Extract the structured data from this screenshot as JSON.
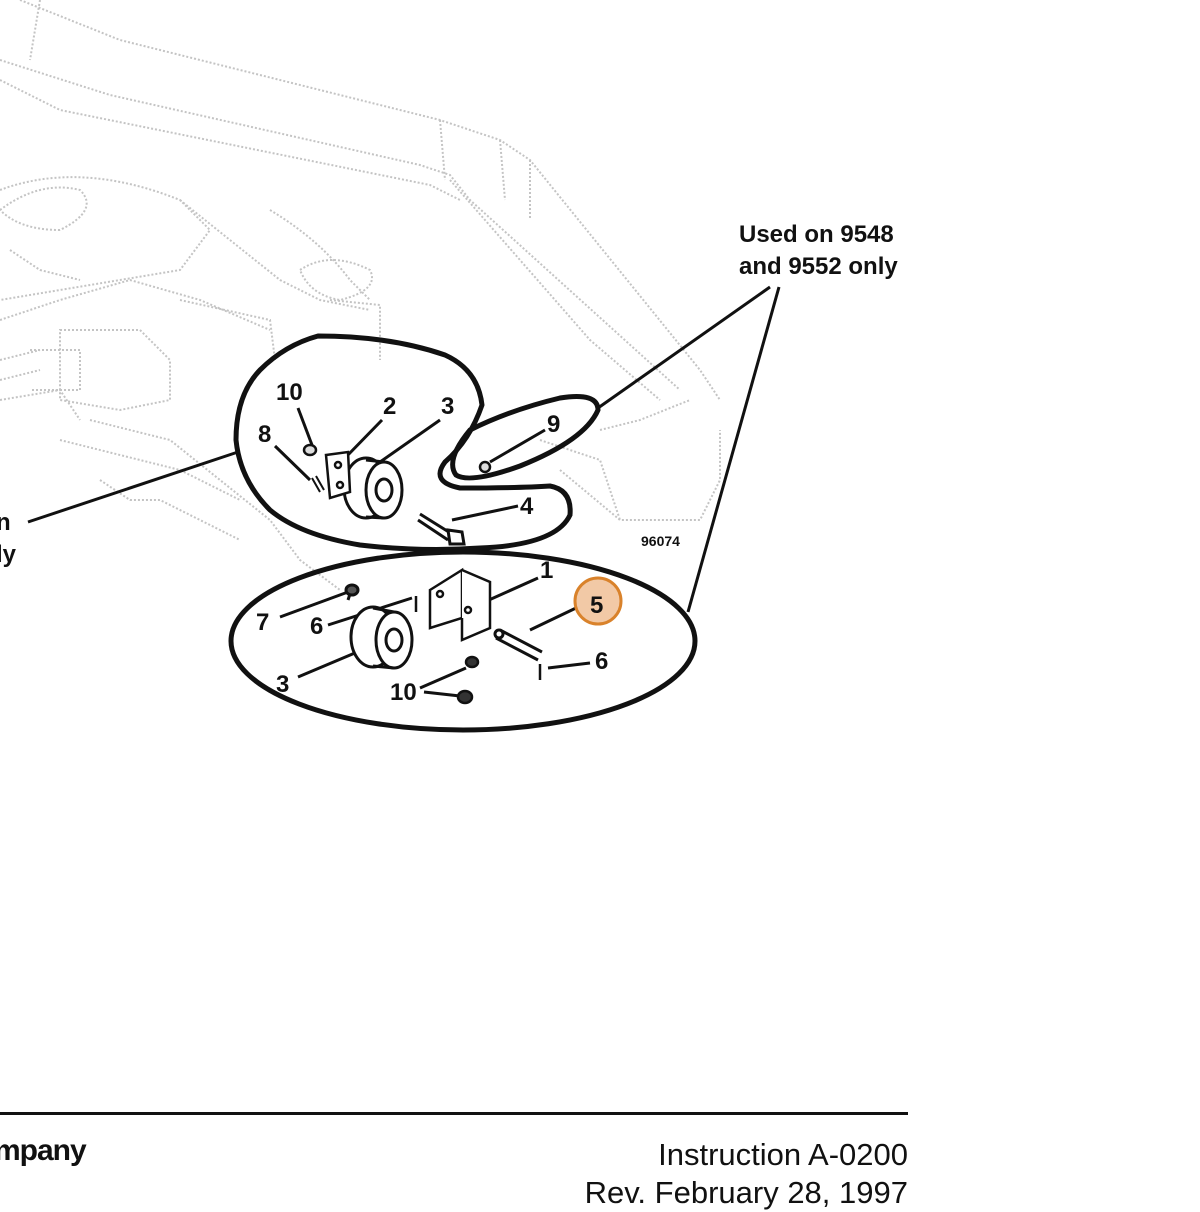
{
  "callouts": {
    "c10_top": "10",
    "c2": "2",
    "c3_top": "3",
    "c8": "8",
    "c9": "9",
    "c4": "4",
    "c1": "1",
    "c5": "5",
    "c7": "7",
    "c6_left": "6",
    "c6_right": "6",
    "c3_bottom": "3",
    "c10_bottom": "10"
  },
  "notes": {
    "used_on_line1": "Used on 9548",
    "used_on_line2": "and 9552 only",
    "left_fragment_line1": "n",
    "left_fragment_line2": "ly",
    "figure_number": "96074"
  },
  "footer": {
    "company_fragment": "mpany",
    "instruction": "Instruction A-0200",
    "revision": "Rev. February 28, 1997"
  },
  "colors": {
    "line": "#111111",
    "faint_line": "#c4c4c4",
    "highlight_fill": "#f2c9a6",
    "highlight_stroke": "#d9822b"
  }
}
